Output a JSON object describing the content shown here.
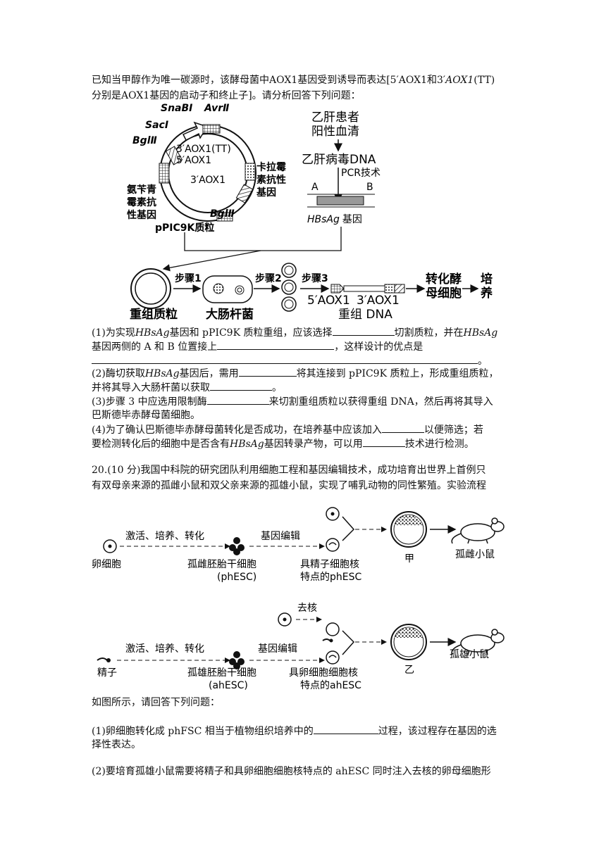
{
  "intro": {
    "l1": "已知当甲醇作为唯一碳源时，该酵母菌中AOX1基因受到诱导而表达[5′AOX1和3′",
    "l1i": "AOX1",
    "l1b": "(TT)",
    "l2": "分别是AOX1基因的启动子和终止子]。请分析回答下列问题："
  },
  "fig1": {
    "snab": "SnaBⅠ",
    "avr": "AvrⅡ",
    "sac": "SacⅠ",
    "bgl1": "BglⅡ",
    "bgl2": "BglⅡ",
    "tt": "3′AOX1(TT)",
    "p5": "5′AOX1",
    "p3": "3′AOX1",
    "kan1": "卡拉霉",
    "kan2": "素抗性",
    "kan3": "基因",
    "amp1": "氨苄青",
    "amp2": "霉素抗",
    "amp3": "性基因",
    "plasmid": "pPIC9K质粒",
    "patient1": "乙肝患者",
    "patient2": "阳性血清",
    "virus": "乙肝病毒DNA",
    "pcr": "PCR技术",
    "a": "A",
    "b": "B",
    "gene_i": "HBsAg",
    "gene": "基因",
    "step1": "步骤1",
    "step2": "步骤2",
    "step3": "步骤3",
    "recomb_plasmid": "重组质粒",
    "ecoli": "大肠杆菌",
    "recomb_dna_5": "5′AOX1",
    "recomb_dna_3": "3′AOX1",
    "recomb_dna": "重组 DNA",
    "yeast1": "转化酵",
    "yeast2": "母细胞",
    "culture1": "培",
    "culture2": "养"
  },
  "q": {
    "q1a": "(1)为实现",
    "q1b": "基因和 pPIC9K 质粒重组，应该选择",
    "q1c": "切割质粒，并在",
    "q1d": "基因两侧的 A 和 B 位置接上",
    "q1e": "，这样设计的优点是",
    "hbsag": "HBsAg",
    "dot": "。",
    "q2a": "(2)酶切获取",
    "q2b": "基因后，需用",
    "q2c": "将其连接到 pPIC9K 质粒上，形成重组质粒，",
    "q2d": "并将其导入大肠杆菌以获取",
    "q2e": "。",
    "q3a": "(3)步骤 3 中应选用限制酶",
    "q3b": "来切割重组质粒以获得重组 DNA，然后再将其导入",
    "q3c": "巴斯德毕赤酵母菌细胞。",
    "q4a": "(4)为了确认巴斯德毕赤酵母菌转化是否成功，在培养基中应该加入",
    "q4b": "以便筛选；若",
    "q4c": "要检测转化后的细胞中是否含有",
    "q4d": "基因转录产物，可以用",
    "q4e": "技术进行检测。"
  },
  "q20": {
    "l1": "20.(10 分)我国中科院的研究团队利用细胞工程和基因编辑技术，成功培育出世界上首例只",
    "l2": "有双母亲来源的孤雌小鼠和双父亲来源的孤雄小鼠，实现了哺乳动物的同性繁殖。实验流程"
  },
  "fig2": {
    "egg": "卵细胞",
    "act1": "激活、培养、转化",
    "edit1": "基因编辑",
    "ph1": "孤雌胚胎干细胞",
    "ph2": "(phESC)",
    "sp1": "具精子细胞核",
    "sp2": "特点的phESC",
    "jia": "甲",
    "female_mouse": "孤雌小鼠",
    "enucleate": "去核",
    "sperm": "精子",
    "act2": "激活、培养、转化",
    "edit2": "基因编辑",
    "ah1": "孤雄胚胎干细胞",
    "ah2": "(ahESC)",
    "eg1": "具卵细胞细胞核",
    "eg2": "特点的ahESC",
    "yi": "乙",
    "male_mouse": "孤雄小鼠"
  },
  "after": {
    "fig_note": "如图所示，请回答下列问题：",
    "s1a": "(1)卵细胞转化成 phFSC 相当于植物组织培养中的",
    "s1b": "过程，该过程存在基因的选",
    "s1c": "择性表达。",
    "s2": "(2)要培育孤雄小鼠需要将精子和具卵细胞细胞核特点的 ahESC 同时注入去核的卵母细胞形"
  }
}
